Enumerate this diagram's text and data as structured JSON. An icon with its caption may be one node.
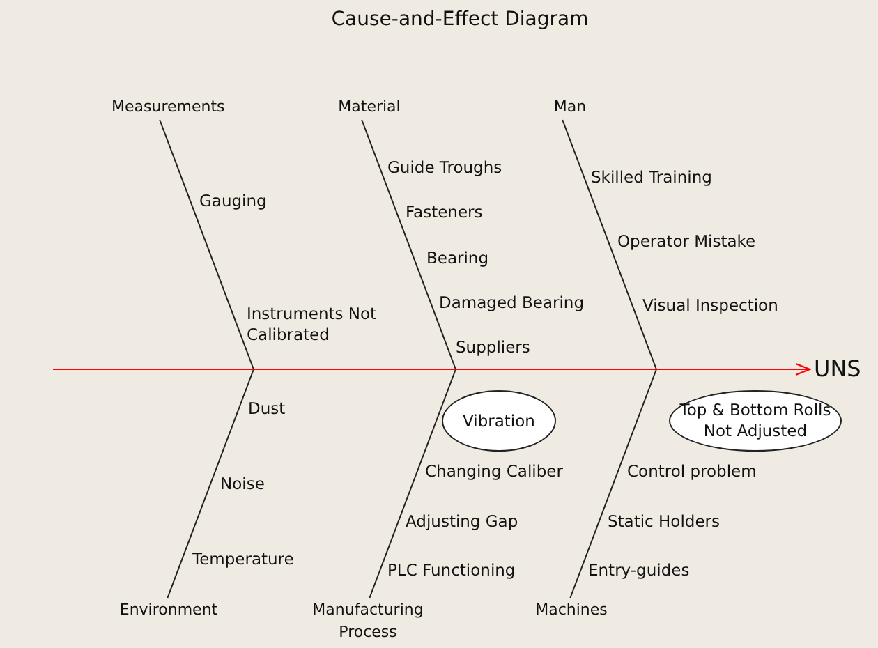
{
  "diagram": {
    "title": "Cause-and-Effect Diagram",
    "nodes": [
      {
        "text": [
          "Measurements"
        ]
      },
      {
        "text": [
          "Material"
        ]
      },
      {
        "text": [
          "Man"
        ]
      },
      {
        "text": [
          "UNS"
        ]
      },
      {
        "text": [
          "Vibration"
        ]
      },
      {
        "text": [
          "Top & Bottom Rolls Not Adjusted"
        ]
      },
      {
        "text": [
          "Environment"
        ]
      },
      {
        "text": [
          "Manufacturing Process"
        ]
      },
      {
        "text": [
          "Machines"
        ]
      }
    ],
    "edges": [
      {
        "from": 0,
        "to": null,
        "arrow": "none"
      },
      {
        "from": 1,
        "to": null,
        "arrow": "none"
      },
      {
        "from": 2,
        "to": null,
        "arrow": "none"
      },
      {
        "from": 6,
        "to": null,
        "arrow": "none"
      },
      {
        "from": 7,
        "to": null,
        "arrow": "none"
      },
      {
        "from": 8,
        "to": null,
        "arrow": "none"
      },
      {
        "from": null,
        "to": 3,
        "arrow": "to",
        "color": "#ff0000"
      }
    ],
    "labels": [
      "Guide Troughs",
      "Skilled Training",
      "Gauging",
      "Fasteners",
      "Operator Mistake",
      "Bearing",
      "Damaged Bearing",
      "Visual Inspection",
      "Instruments Not Calibrated",
      "Suppliers",
      "Dust",
      "Changing Caliber",
      "Noise",
      "Control problem",
      "Adjusting Gap",
      "Static Holders",
      "Temperature",
      "PLC Functioning",
      "Entry-guides"
    ]
  }
}
